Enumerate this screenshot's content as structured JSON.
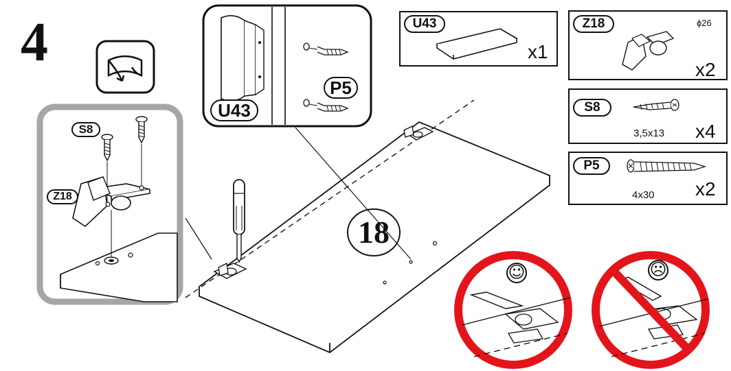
{
  "step": {
    "number": "4",
    "board_number": "18"
  },
  "parts": {
    "u43": {
      "code": "U43",
      "quantity": "x1"
    },
    "z18": {
      "code": "Z18",
      "quantity": "x2",
      "diameter": "ϕ26"
    },
    "s8": {
      "code": "S8",
      "quantity": "x4",
      "size": "3,5x13"
    },
    "p5": {
      "code": "P5",
      "quantity": "x2",
      "size": "4x30"
    }
  },
  "detail_callout": {
    "handle_label": "U43",
    "screw_label": "P5"
  },
  "hinge_callout": {
    "screw_label": "S8",
    "hinge_label": "Z18"
  },
  "orientation": {
    "correct_face": "☺",
    "wrong_face": "☹"
  },
  "icons": [
    "rotate-board-icon",
    "screwdriver-icon",
    "no-sign-icon",
    "smiley-icon",
    "frown-icon"
  ],
  "colors": {
    "ink": "#111111",
    "callout_frame": "#a6a6a6",
    "prohibition": "#e4141b"
  }
}
